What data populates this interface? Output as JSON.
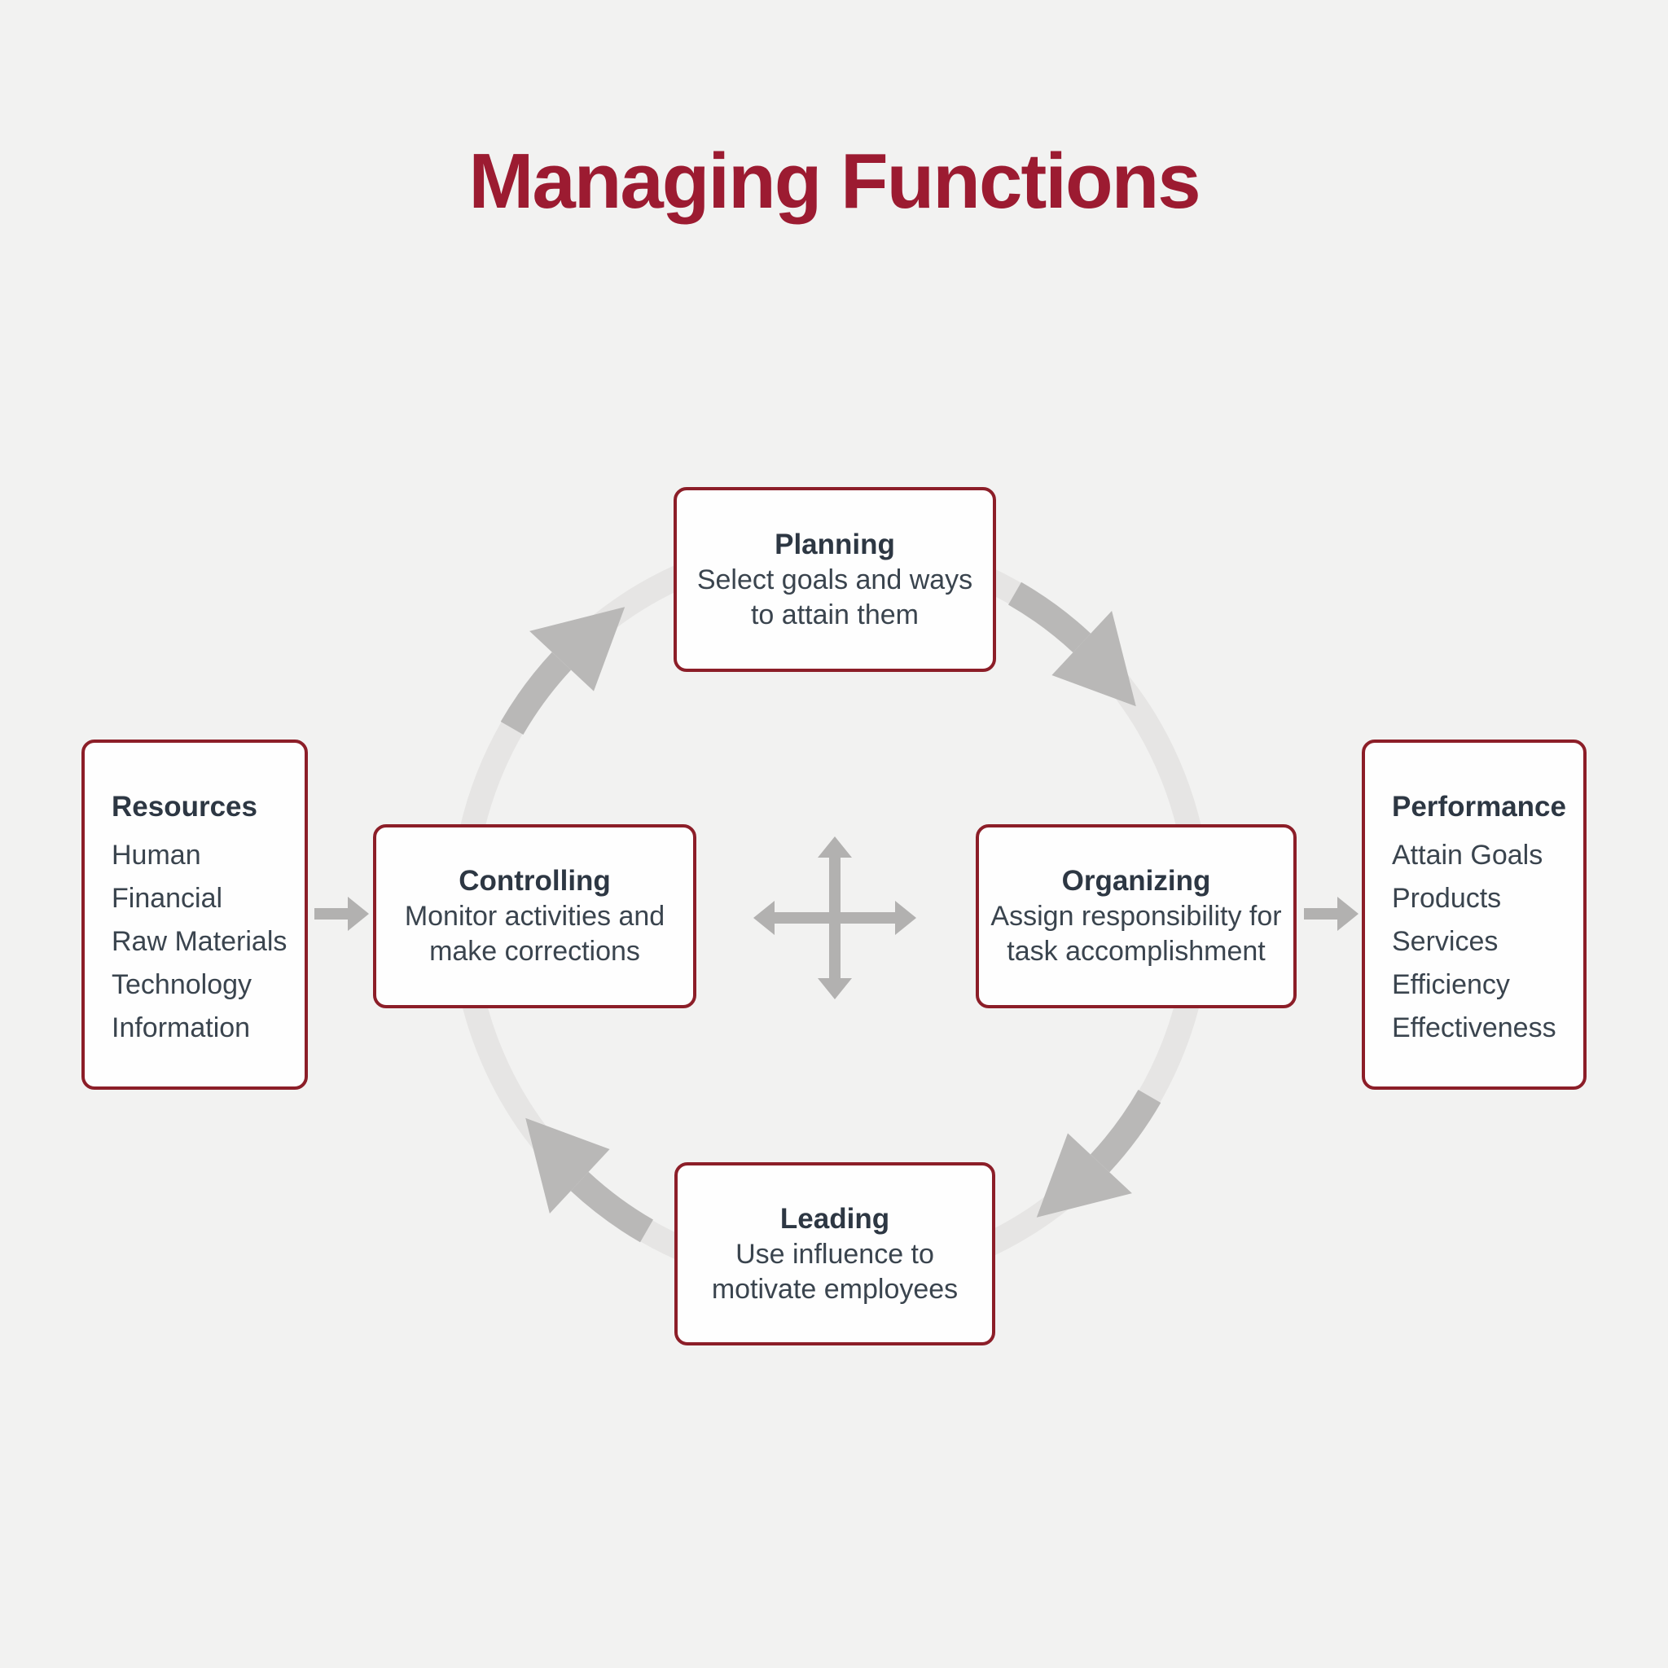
{
  "page": {
    "title": "Managing Functions"
  },
  "colors": {
    "accent_maroon": "#9c1b31",
    "box_border": "#8c1e28",
    "box_fill": "#fefefe",
    "background": "#f2f2f1",
    "heading_text": "#2d3743",
    "body_text": "#3a444e",
    "ring_light": "#e6e5e4",
    "ring_arrow": "#b9b8b7",
    "cross_arrow": "#b2b1b0"
  },
  "cycle": {
    "planning": {
      "title": "Planning",
      "desc": "Select goals and ways to attain them"
    },
    "organizing": {
      "title": "Organizing",
      "desc": "Assign responsibility for task accomplishment"
    },
    "leading": {
      "title": "Leading",
      "desc": "Use influence to motivate employees"
    },
    "controlling": {
      "title": "Controlling",
      "desc": "Monitor activities and make corrections"
    }
  },
  "resources": {
    "title": "Resources",
    "items": [
      "Human",
      "Financial",
      "Raw Materials",
      "Technology",
      "Information"
    ]
  },
  "performance": {
    "title": "Performance",
    "items": [
      "Attain Goals",
      "Products",
      "Services",
      "Efficiency",
      "Effectiveness"
    ]
  }
}
